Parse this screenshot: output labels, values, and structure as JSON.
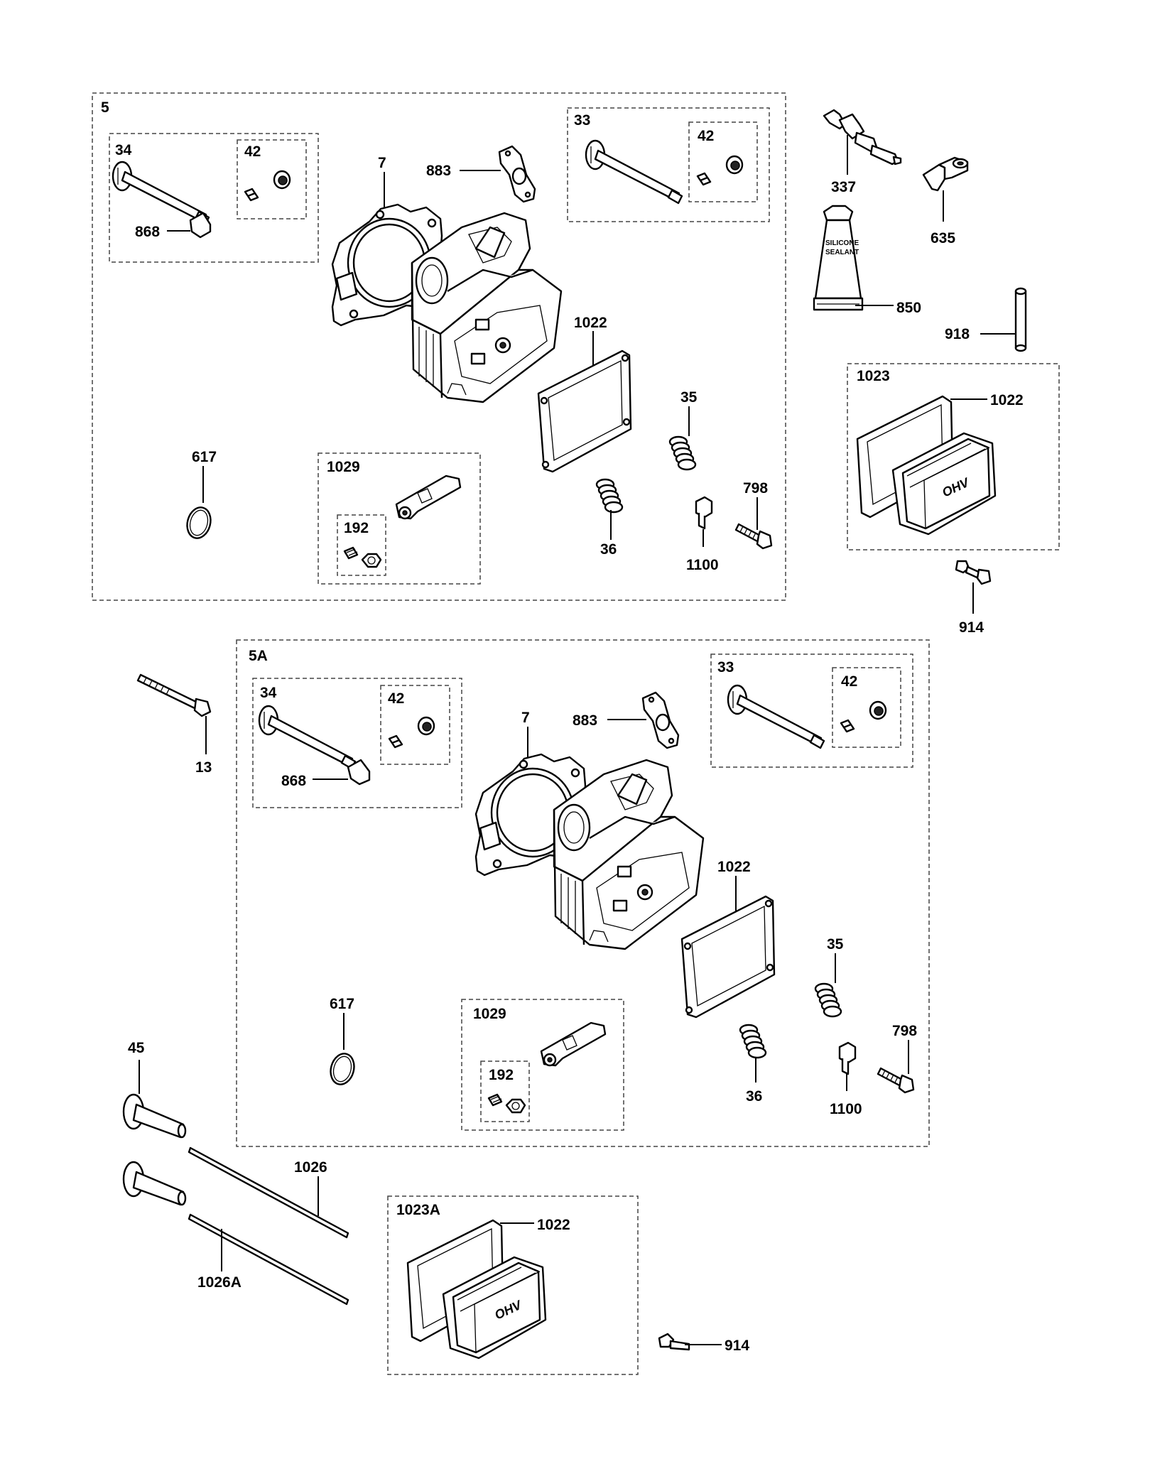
{
  "labels": {
    "group_top": "5",
    "group_bottom": "5A",
    "p34": "34",
    "p42": "42",
    "p868": "868",
    "p7": "7",
    "p883": "883",
    "p33": "33",
    "p337": "337",
    "p635": "635",
    "p850": "850",
    "p918": "918",
    "p1022": "1022",
    "p1023": "1023",
    "p1023a": "1023A",
    "p35": "35",
    "p617": "617",
    "p1029": "1029",
    "p192": "192",
    "p36": "36",
    "p798": "798",
    "p1100": "1100",
    "p914": "914",
    "p13": "13",
    "p45": "45",
    "p1026": "1026",
    "p1026a": "1026A"
  },
  "sealant_tube_text": [
    "SILICONE",
    "SEALANT"
  ],
  "cover_logo_text": "OHV"
}
